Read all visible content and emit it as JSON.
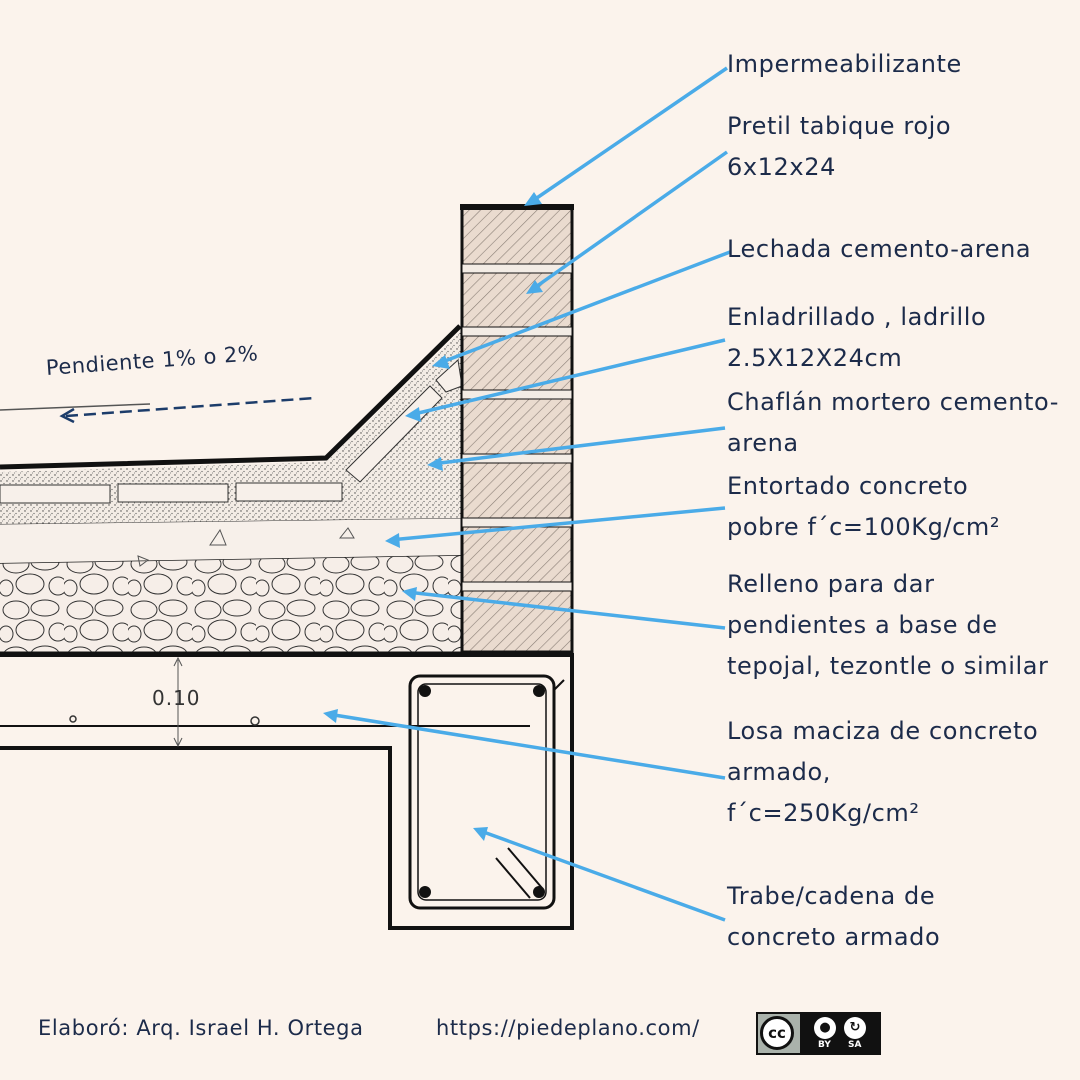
{
  "labels": [
    {
      "id": "impermeabilizante",
      "lines": [
        "Impermeabilizante"
      ]
    },
    {
      "id": "pretil",
      "lines": [
        "Pretil tabique rojo",
        "6x12x24"
      ]
    },
    {
      "id": "lechada",
      "lines": [
        "Lechada cemento-arena"
      ]
    },
    {
      "id": "enladrillado",
      "lines": [
        "Enladrillado , ladrillo",
        "2.5X12X24cm"
      ]
    },
    {
      "id": "chaflan",
      "lines": [
        "Chaflán mortero cemento-",
        "arena"
      ]
    },
    {
      "id": "entortado",
      "lines": [
        "Entortado concreto",
        "pobre f´c=100Kg/cm²"
      ]
    },
    {
      "id": "relleno",
      "lines": [
        "Relleno para dar",
        "pendientes a base de",
        "tepojal, tezontle o similar"
      ]
    },
    {
      "id": "losa",
      "lines": [
        "Losa maciza de concreto",
        "armado,",
        "f´c=250Kg/cm²"
      ]
    },
    {
      "id": "trabe",
      "lines": [
        "Trabe/cadena de",
        "concreto armado"
      ]
    }
  ],
  "slope_label": "Pendiente 1% o 2%",
  "dimension": "0.10",
  "footer": {
    "author": "Elaboró: Arq. Israel H. Ortega",
    "url": "https://piedeplano.com/",
    "license": {
      "cc": "cc",
      "by": "BY",
      "sa": "SA"
    }
  },
  "colors": {
    "background": "#fbf3ec",
    "arrow": "#4aabe8",
    "text": "#1c2b4a",
    "hatch_fill": "#e7d7c9"
  }
}
